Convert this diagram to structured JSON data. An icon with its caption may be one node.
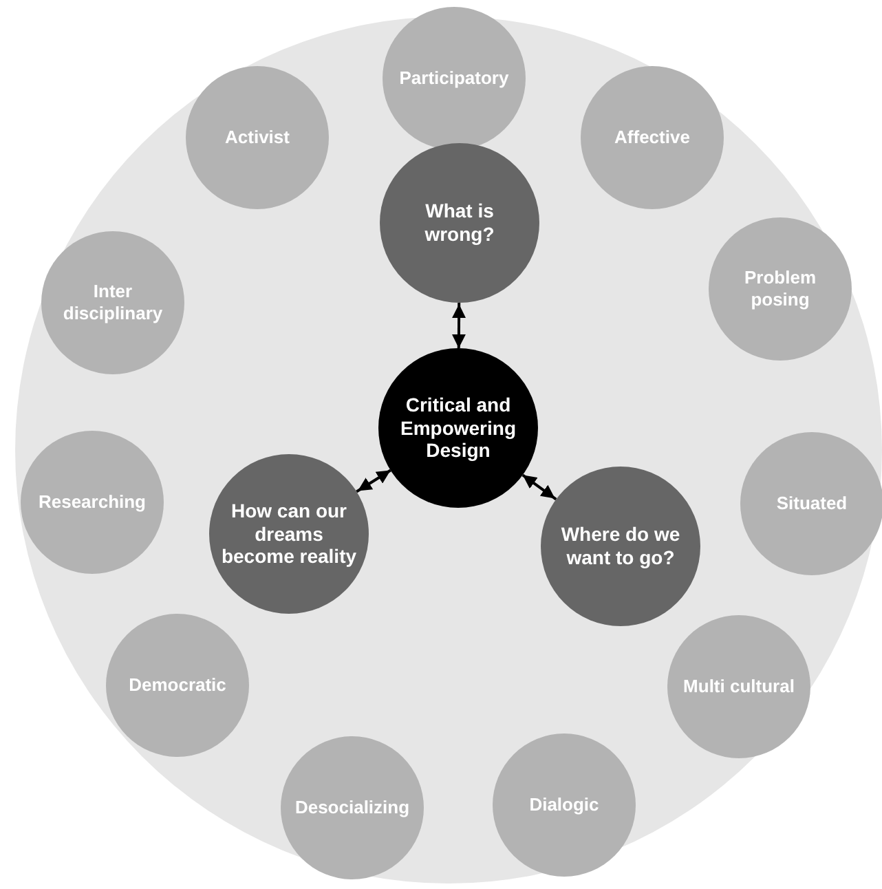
{
  "diagram": {
    "nodes": [
      {
        "text": [],
        "shape": "circle"
      },
      {
        "text": [
          "Participatory"
        ],
        "in": 0
      },
      {
        "text": [
          "Affective"
        ],
        "in": 0
      },
      {
        "text": [
          "Problem posing"
        ],
        "in": 0
      },
      {
        "text": [
          "Situated"
        ],
        "in": 0
      },
      {
        "text": [
          "Multi cultural"
        ],
        "in": 0
      },
      {
        "text": [
          "Dialogic"
        ],
        "in": 0
      },
      {
        "text": [
          "Desocializing"
        ],
        "in": 0
      },
      {
        "text": [
          "Democratic"
        ],
        "in": 0
      },
      {
        "text": [
          "Researching"
        ],
        "in": 0
      },
      {
        "text": [
          "Inter disciplinary"
        ],
        "in": 0
      },
      {
        "text": [
          "Activist"
        ],
        "in": 0
      },
      {
        "text": [
          "What is wrong?"
        ],
        "in": 0
      },
      {
        "text": [
          "Critical and Empowering Design"
        ],
        "in": 0
      },
      {
        "text": [
          "Where do we want to go?"
        ],
        "in": 0
      },
      {
        "text": [
          "How can our dreams become reality"
        ],
        "in": 0
      }
    ],
    "edges": [
      {
        "from": 13,
        "to": 12,
        "arrow": "both"
      },
      {
        "from": 13,
        "to": 14,
        "arrow": "both"
      },
      {
        "from": 13,
        "to": 15,
        "arrow": "both"
      }
    ]
  }
}
